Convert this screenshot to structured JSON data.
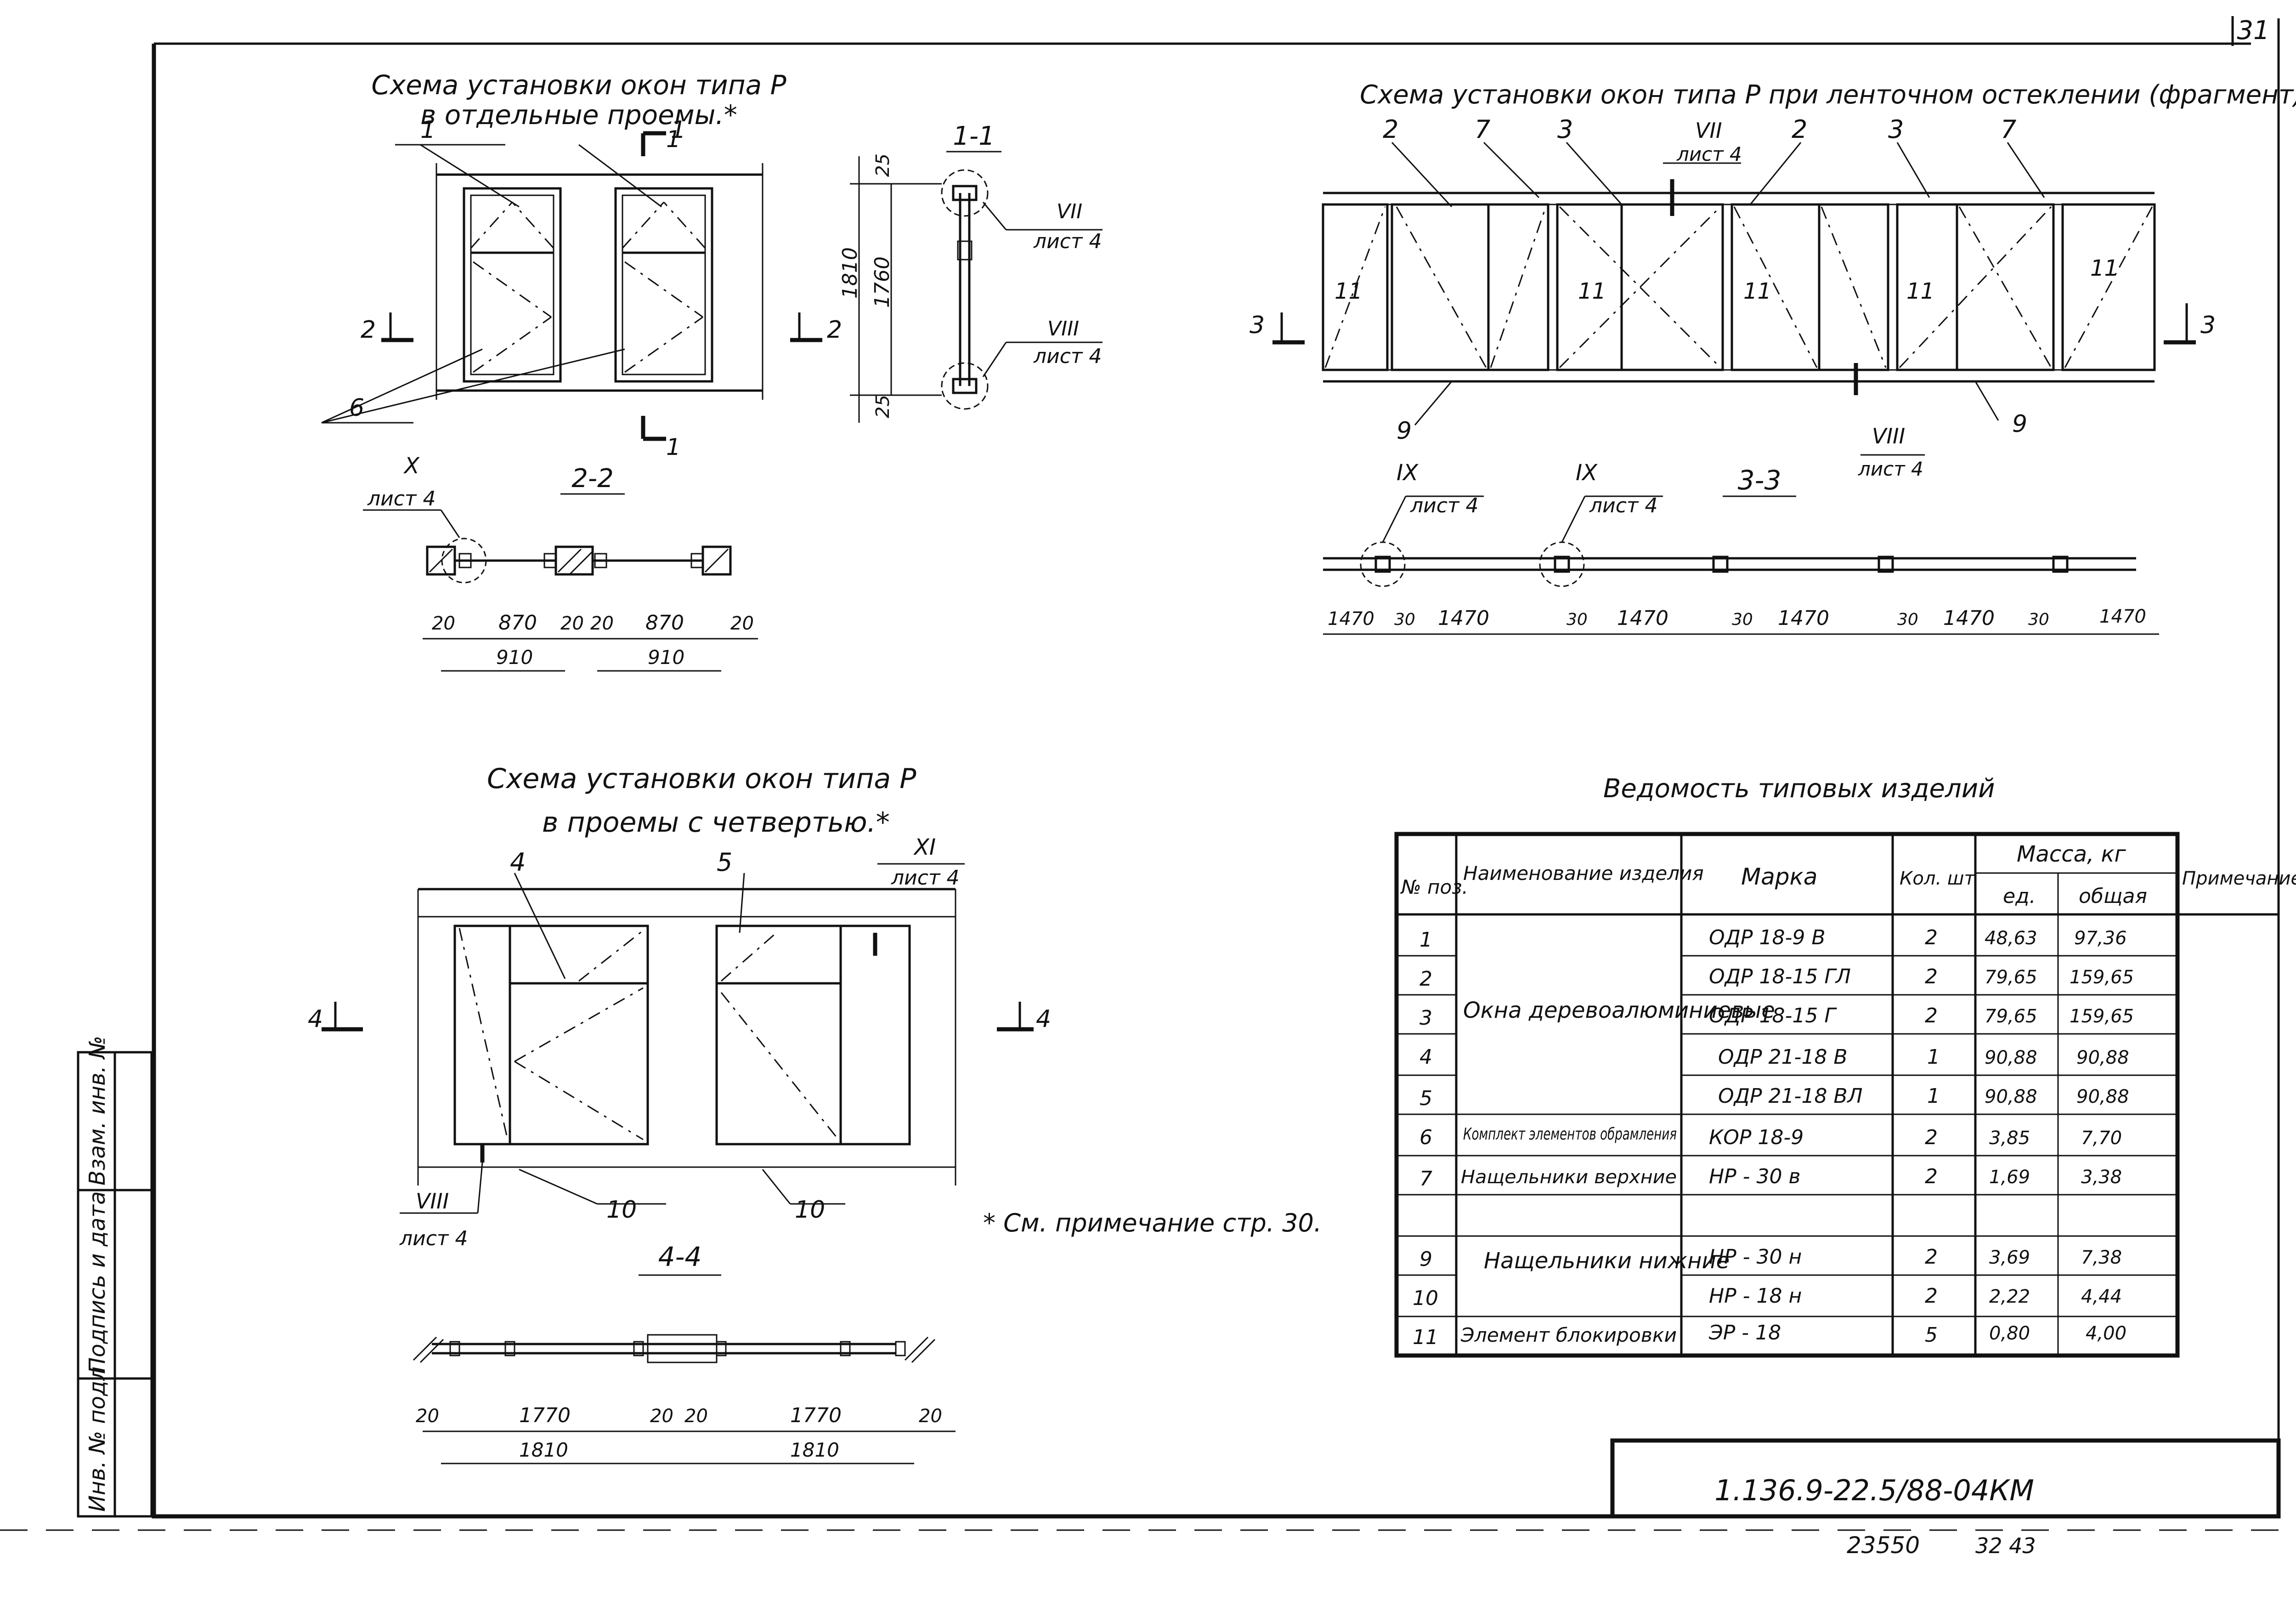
{
  "sheet": {
    "page_number": "31",
    "drawing_code": "1.136.9-22.5/88-04КМ",
    "archive_number": "23550",
    "extra_stamp": "32    43"
  },
  "side_stamp": {
    "cells": [
      "Инв. № подл",
      "Подпись и дата",
      "Взам. инв. №"
    ]
  },
  "footnote": "* См. примечание стр. 30.",
  "scheme_individual": {
    "title_line1": "Схема установки окон типа Р",
    "title_line2": "в отдельные проемы.*",
    "callouts": [
      "1",
      "1",
      "6"
    ],
    "section_marks": [
      "1",
      "1",
      "2",
      "2"
    ]
  },
  "section_1_1": {
    "title": "1-1",
    "dims": [
      "25",
      "1760",
      "25",
      "1810"
    ],
    "refs": [
      {
        "num": "VII",
        "sheet": "лист 4"
      },
      {
        "num": "VIII",
        "sheet": "лист 4"
      }
    ]
  },
  "section_2_2": {
    "title": "2-2",
    "ref": {
      "num": "X",
      "sheet": "лист 4"
    },
    "dims_row1": [
      "20",
      "870",
      "20",
      "20",
      "870",
      "20"
    ],
    "dims_row2": [
      "910",
      "910"
    ]
  },
  "scheme_ribbon": {
    "title": "Схема установки окон типа Р при ленточном остеклении (фрагмент)",
    "callouts": [
      "2",
      "7",
      "3",
      "2",
      "3",
      "7"
    ],
    "inner_callouts": [
      "11",
      "11",
      "11",
      "11",
      "11"
    ],
    "bottom_callouts": [
      "9",
      "9"
    ],
    "section_marks": [
      "3",
      "3"
    ],
    "refs": [
      {
        "num": "VII",
        "sheet": "лист 4"
      },
      {
        "num": "VIII",
        "sheet": "лист 4"
      }
    ]
  },
  "section_3_3": {
    "title": "3-3",
    "refs": [
      {
        "num": "IX",
        "sheet": "лист 4"
      },
      {
        "num": "IX",
        "sheet": "лист 4"
      }
    ],
    "dims": [
      "1470",
      "30",
      "1470",
      "30",
      "1470",
      "30",
      "1470",
      "30",
      "1470",
      "30",
      "1470"
    ]
  },
  "scheme_quarter": {
    "title_line1": "Схема установки окон типа Р",
    "title_line2": "в проемы с четвертью.*",
    "callouts": [
      "4",
      "5",
      "10",
      "10"
    ],
    "section_marks": [
      "4",
      "4"
    ],
    "refs": [
      {
        "num": "XI",
        "sheet": "лист 4"
      },
      {
        "num": "VIII",
        "sheet": "лист 4"
      }
    ]
  },
  "section_4_4": {
    "title": "4-4",
    "dims_row1": [
      "20",
      "1770",
      "20",
      "20",
      "1770",
      "20"
    ],
    "dims_row2": [
      "1810",
      "1810"
    ]
  },
  "table": {
    "title": "Ведомость типовых изделий",
    "headers": {
      "pos": "№ поз.",
      "name": "Наименование изделия",
      "mark": "Марка",
      "qty": "Кол. шт",
      "mass": "Масса, кг",
      "unit": "ед.",
      "total": "общая",
      "note": "Примечание"
    },
    "group_names": {
      "windows": "Окна деревоалюминиевые",
      "lower": "Нащельники нижние"
    },
    "rows": [
      {
        "pos": "1",
        "name": "",
        "mark": "ОДР 18-9 В",
        "qty": "2",
        "unit": "48,63",
        "total": "97,36"
      },
      {
        "pos": "2",
        "name": "",
        "mark": "ОДР 18-15 ГЛ",
        "qty": "2",
        "unit": "79,65",
        "total": "159,65"
      },
      {
        "pos": "3",
        "name": "",
        "mark": "ОДР 18-15 Г",
        "qty": "2",
        "unit": "79,65",
        "total": "159,65"
      },
      {
        "pos": "4",
        "name": "",
        "mark": "ОДР 21-18 В",
        "qty": "1",
        "unit": "90,88",
        "total": "90,88"
      },
      {
        "pos": "5",
        "name": "",
        "mark": "ОДР 21-18 ВЛ",
        "qty": "1",
        "unit": "90,88",
        "total": "90,88"
      },
      {
        "pos": "6",
        "name": "Комплект элементов обрамления",
        "mark": "КОР 18-9",
        "qty": "2",
        "unit": "3,85",
        "total": "7,70"
      },
      {
        "pos": "7",
        "name": "Нащельники верхние",
        "mark": "НР - 30 в",
        "qty": "2",
        "unit": "1,69",
        "total": "3,38"
      },
      {
        "pos": "",
        "name": "",
        "mark": "",
        "qty": "",
        "unit": "",
        "total": ""
      },
      {
        "pos": "9",
        "name": "",
        "mark": "НР - 30 н",
        "qty": "2",
        "unit": "3,69",
        "total": "7,38"
      },
      {
        "pos": "10",
        "name": "",
        "mark": "НР - 18 н",
        "qty": "2",
        "unit": "2,22",
        "total": "4,44"
      },
      {
        "pos": "11",
        "name": "Элемент блокировки",
        "mark": "ЭР - 18",
        "qty": "5",
        "unit": "0,80",
        "total": "4,00"
      }
    ]
  }
}
